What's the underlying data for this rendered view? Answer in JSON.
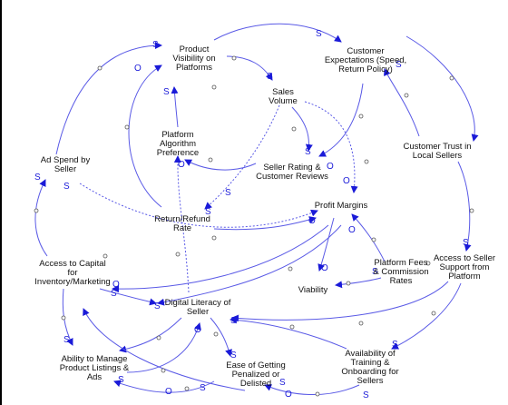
{
  "nodes": [
    {
      "id": "visibility",
      "lines": [
        "Product",
        "Visibility on",
        "Platforms"
      ]
    },
    {
      "id": "expectations",
      "lines": [
        "Customer",
        "Expectations (Speed,",
        "Return Policy)"
      ]
    },
    {
      "id": "sales",
      "lines": [
        "Sales",
        "Volume"
      ]
    },
    {
      "id": "algorithm",
      "lines": [
        "Platform",
        "Algorithm",
        "Preference"
      ]
    },
    {
      "id": "adspend",
      "lines": [
        "Ad Spend by",
        "Seller"
      ]
    },
    {
      "id": "rating",
      "lines": [
        "Seller Rating &",
        "Customer Reviews"
      ]
    },
    {
      "id": "trust",
      "lines": [
        "Customer Trust in",
        "Local Sellers"
      ]
    },
    {
      "id": "profit",
      "lines": [
        "Profit Margins"
      ]
    },
    {
      "id": "returns",
      "lines": [
        "Return/Refund",
        "Rate"
      ]
    },
    {
      "id": "capital",
      "lines": [
        "Access to Capital",
        "for",
        "Inventory/Marketing"
      ]
    },
    {
      "id": "support",
      "lines": [
        "Access to Seller",
        "Support from",
        "Platform"
      ]
    },
    {
      "id": "fees",
      "lines": [
        "Platform Fees",
        "& Commission",
        "Rates"
      ]
    },
    {
      "id": "viability",
      "lines": [
        "Viability"
      ]
    },
    {
      "id": "literacy",
      "lines": [
        "Digital Literacy of",
        "Seller"
      ]
    },
    {
      "id": "training",
      "lines": [
        "Availability of",
        "Training &",
        "Onboarding for",
        "Sellers"
      ]
    },
    {
      "id": "listings",
      "lines": [
        "Ability to Manage",
        "Product Listings &",
        "Ads"
      ]
    },
    {
      "id": "penalized",
      "lines": [
        "Ease of Getting",
        "Penalized or",
        "Delisted"
      ]
    }
  ],
  "polarities": [
    "S",
    "S",
    "S",
    "S",
    "S",
    "O",
    "S",
    "O",
    "S",
    "O",
    "O",
    "S",
    "S",
    "S",
    "O",
    "S",
    "O",
    "O",
    "S",
    "O",
    "S",
    "S",
    "S",
    "S",
    "O",
    "S",
    "S",
    "S",
    "O",
    "S",
    "S",
    "O",
    "S"
  ]
}
